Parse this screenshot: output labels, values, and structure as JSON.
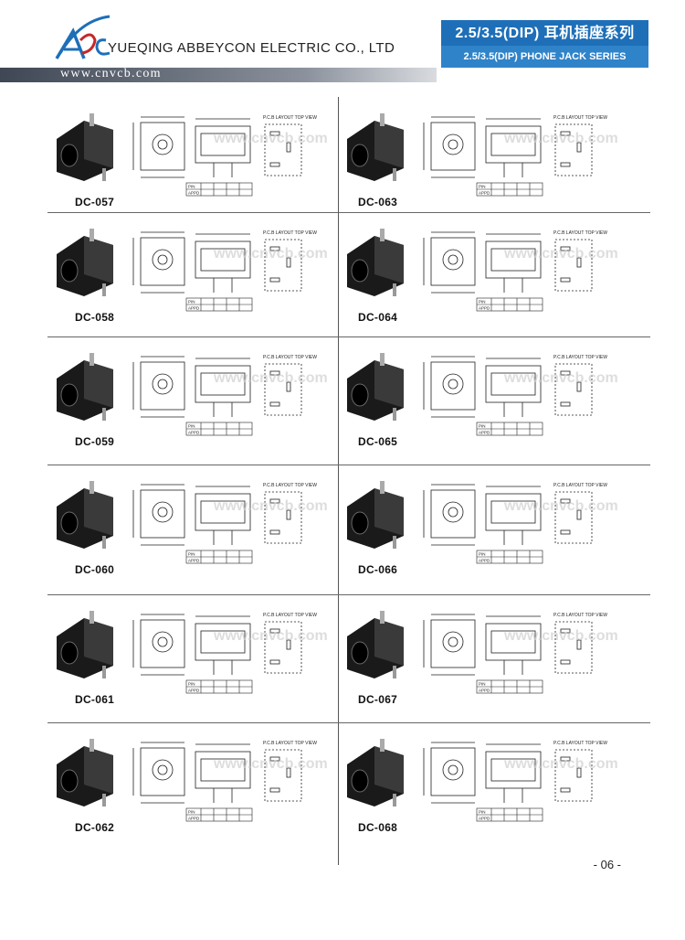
{
  "header": {
    "logo_text": "Abc",
    "company": "YUEQING ABBEYCON ELECTRIC CO., LTD",
    "website": "www.cnvcb.com",
    "series_cn": "2.5/3.5(DIP) 耳机插座系列",
    "series_en": "2.5/3.5(DIP) PHONE JACK SERIES"
  },
  "colors": {
    "brand_blue": "#1e6fb8",
    "brand_blue_light": "#2f83c9",
    "grey_bar": "#5a616d"
  },
  "products": [
    {
      "model": "DC-057"
    },
    {
      "model": "DC-063"
    },
    {
      "model": "DC-058"
    },
    {
      "model": "DC-064"
    },
    {
      "model": "DC-059"
    },
    {
      "model": "DC-065"
    },
    {
      "model": "DC-060"
    },
    {
      "model": "DC-066"
    },
    {
      "model": "DC-061"
    },
    {
      "model": "DC-067"
    },
    {
      "model": "DC-062"
    },
    {
      "model": "DC-068"
    }
  ],
  "labels": {
    "pcb": "P.C.B LAYOUT",
    "top_view": "TOP VIEW",
    "pin": "PIN",
    "appd": "APPD",
    "watermark": "www.cnvcb.com"
  },
  "page_number": "- 06 -"
}
